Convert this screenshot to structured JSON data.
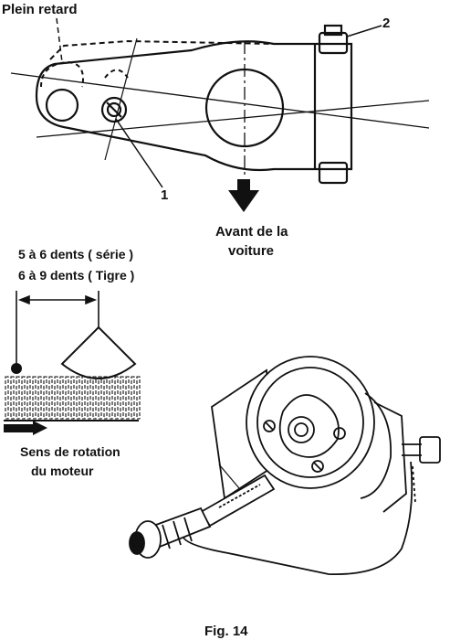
{
  "top_diagram": {
    "label_retard": "Plein retard",
    "callout_1": "1",
    "callout_2": "2",
    "arrow_label_line1": "Avant de la",
    "arrow_label_line2": "voiture"
  },
  "gear_diagram": {
    "line_serie": "5 à 6 dents  ( série )",
    "line_tigre": "6 à 9 dents  ( Tigre )",
    "rotation_line1": "Sens de rotation",
    "rotation_line2": "du moteur"
  },
  "figure_caption": "Fig. 14"
}
